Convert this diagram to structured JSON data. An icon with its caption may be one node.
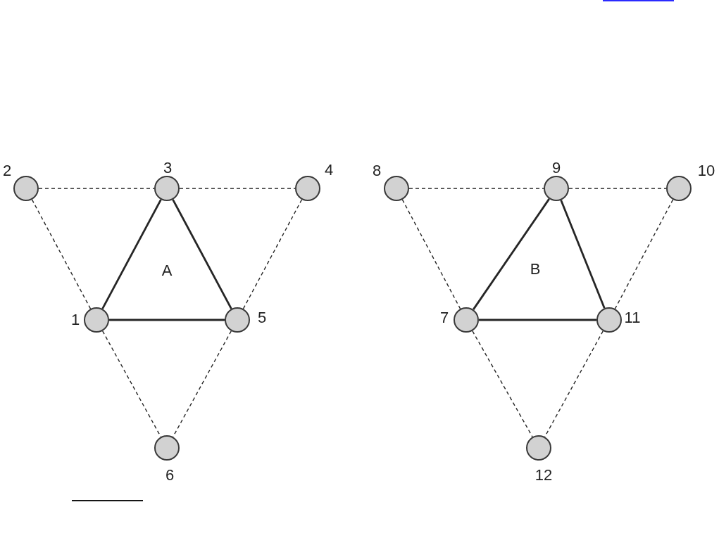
{
  "diagram": {
    "nodes": [
      {
        "text": [],
        "shape": "circle",
        "beside": [
          "1"
        ]
      },
      {
        "text": [],
        "shape": "circle",
        "beside": [
          "2"
        ]
      },
      {
        "text": [],
        "shape": "circle",
        "beside": [
          "3"
        ]
      },
      {
        "text": [],
        "shape": "circle",
        "beside": [
          "4"
        ]
      },
      {
        "text": [],
        "shape": "circle",
        "beside": [
          "5"
        ]
      },
      {
        "text": [],
        "shape": "circle",
        "beside": [
          "6"
        ]
      },
      {
        "text": [],
        "shape": "circle",
        "beside": [
          "7"
        ]
      },
      {
        "text": [],
        "shape": "circle",
        "beside": [
          "8"
        ]
      },
      {
        "text": [],
        "shape": "circle",
        "beside": [
          "9"
        ]
      },
      {
        "text": [],
        "shape": "circle",
        "beside": [
          "10"
        ]
      },
      {
        "text": [],
        "shape": "circle",
        "beside": [
          "11"
        ]
      },
      {
        "text": [],
        "shape": "circle",
        "beside": [
          "12"
        ]
      }
    ],
    "edges": [
      {
        "from": 0,
        "to": 2,
        "arrow": "none"
      },
      {
        "from": 2,
        "to": 4,
        "arrow": "none"
      },
      {
        "from": 0,
        "to": 4,
        "arrow": "none"
      },
      {
        "from": 1,
        "to": 2,
        "arrow": "none",
        "style": "dashed"
      },
      {
        "from": 2,
        "to": 3,
        "arrow": "none",
        "style": "dashed"
      },
      {
        "from": 1,
        "to": 0,
        "arrow": "none",
        "style": "dashed"
      },
      {
        "from": 3,
        "to": 4,
        "arrow": "none",
        "style": "dashed"
      },
      {
        "from": 0,
        "to": 5,
        "arrow": "none",
        "style": "dashed"
      },
      {
        "from": 4,
        "to": 5,
        "arrow": "none",
        "style": "dashed"
      },
      {
        "from": 6,
        "to": 8,
        "arrow": "none"
      },
      {
        "from": 8,
        "to": 10,
        "arrow": "none"
      },
      {
        "from": 6,
        "to": 10,
        "arrow": "none"
      },
      {
        "from": 7,
        "to": 8,
        "arrow": "none",
        "style": "dashed"
      },
      {
        "from": 8,
        "to": 9,
        "arrow": "none",
        "style": "dashed"
      },
      {
        "from": 7,
        "to": 6,
        "arrow": "none",
        "style": "dashed"
      },
      {
        "from": 9,
        "to": 10,
        "arrow": "none",
        "style": "dashed"
      },
      {
        "from": 6,
        "to": 11,
        "arrow": "none",
        "style": "dashed"
      },
      {
        "from": 10,
        "to": 11,
        "arrow": "none",
        "style": "dashed"
      }
    ],
    "labels": [
      "A",
      "B"
    ]
  }
}
